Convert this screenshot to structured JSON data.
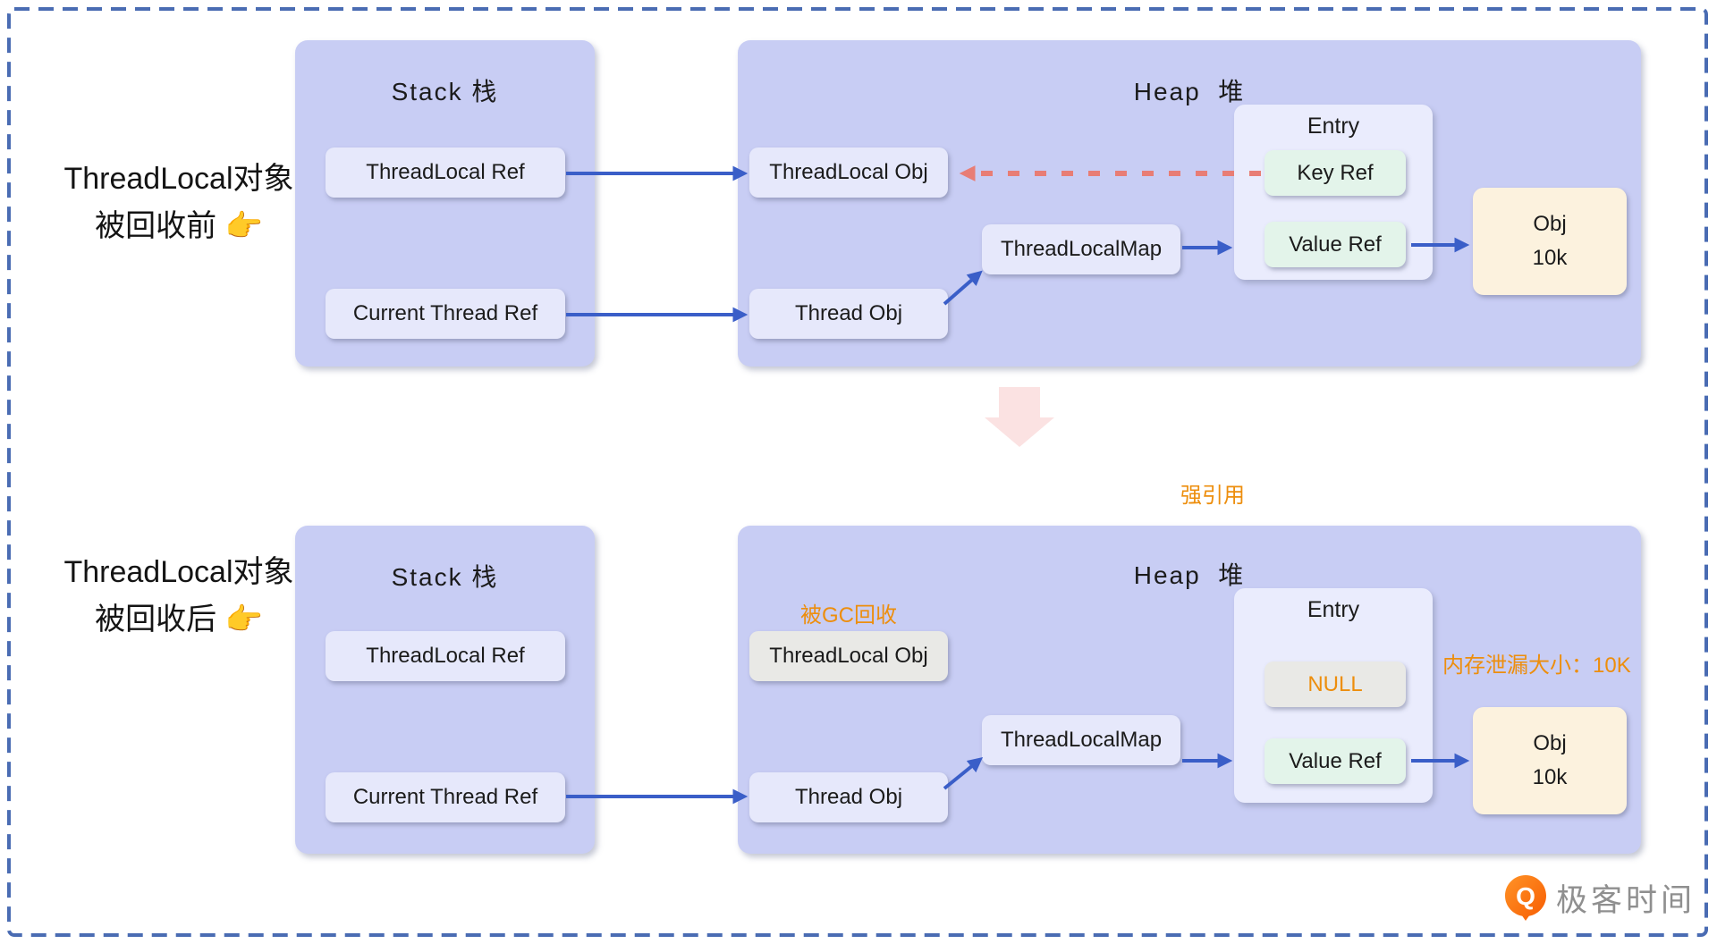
{
  "colors": {
    "background": "#ffffff",
    "dashed_border_blue": "#4a6cb3",
    "panel_periwinkle": "#c8cdf4",
    "node_lavender": "#e6e8fb",
    "entry_panel": "#eaecfd",
    "mint_green": "#e3f4ea",
    "cream": "#fcf2de",
    "grey_box": "#e9e9e6",
    "arrow_blue": "#3a5ec8",
    "weak_ref_red": "#e87d75",
    "accent_orange": "#ed8e0d",
    "pink_arrow": "#fbe2e2",
    "brand_orange": "#f96a0a",
    "brand_text_grey": "#8f8f8f"
  },
  "before": {
    "side_label": {
      "line1": "ThreadLocal对象",
      "line2": "被回收前 👉"
    },
    "stack": {
      "title": "Stack 栈",
      "threadlocal_ref": "ThreadLocal Ref",
      "current_thread_ref": "Current Thread Ref"
    },
    "heap": {
      "title": "Heap  堆",
      "threadlocal_obj": "ThreadLocal Obj",
      "threadlocalmap": "ThreadLocalMap",
      "thread_obj": "Thread Obj",
      "entry": {
        "title": "Entry",
        "key_ref": "Key Ref",
        "value_ref": "Value Ref"
      },
      "obj": {
        "line1": "Obj",
        "line2": "10k"
      }
    }
  },
  "after": {
    "side_label": {
      "line1": "ThreadLocal对象",
      "line2": "被回收后 👉"
    },
    "strong_ref_label": "强引用",
    "stack": {
      "title": "Stack 栈",
      "threadlocal_ref": "ThreadLocal Ref",
      "current_thread_ref": "Current Thread Ref"
    },
    "heap": {
      "title": "Heap  堆",
      "gc_label": "被GC回收",
      "threadlocal_obj": "ThreadLocal Obj",
      "threadlocalmap": "ThreadLocalMap",
      "thread_obj": "Thread Obj",
      "entry": {
        "title": "Entry",
        "null_label": "NULL",
        "value_ref": "Value Ref"
      },
      "leak_label": "内存泄漏大小：10K",
      "obj": {
        "line1": "Obj",
        "line2": "10k"
      }
    }
  },
  "footer": {
    "brand": "极客时间"
  }
}
